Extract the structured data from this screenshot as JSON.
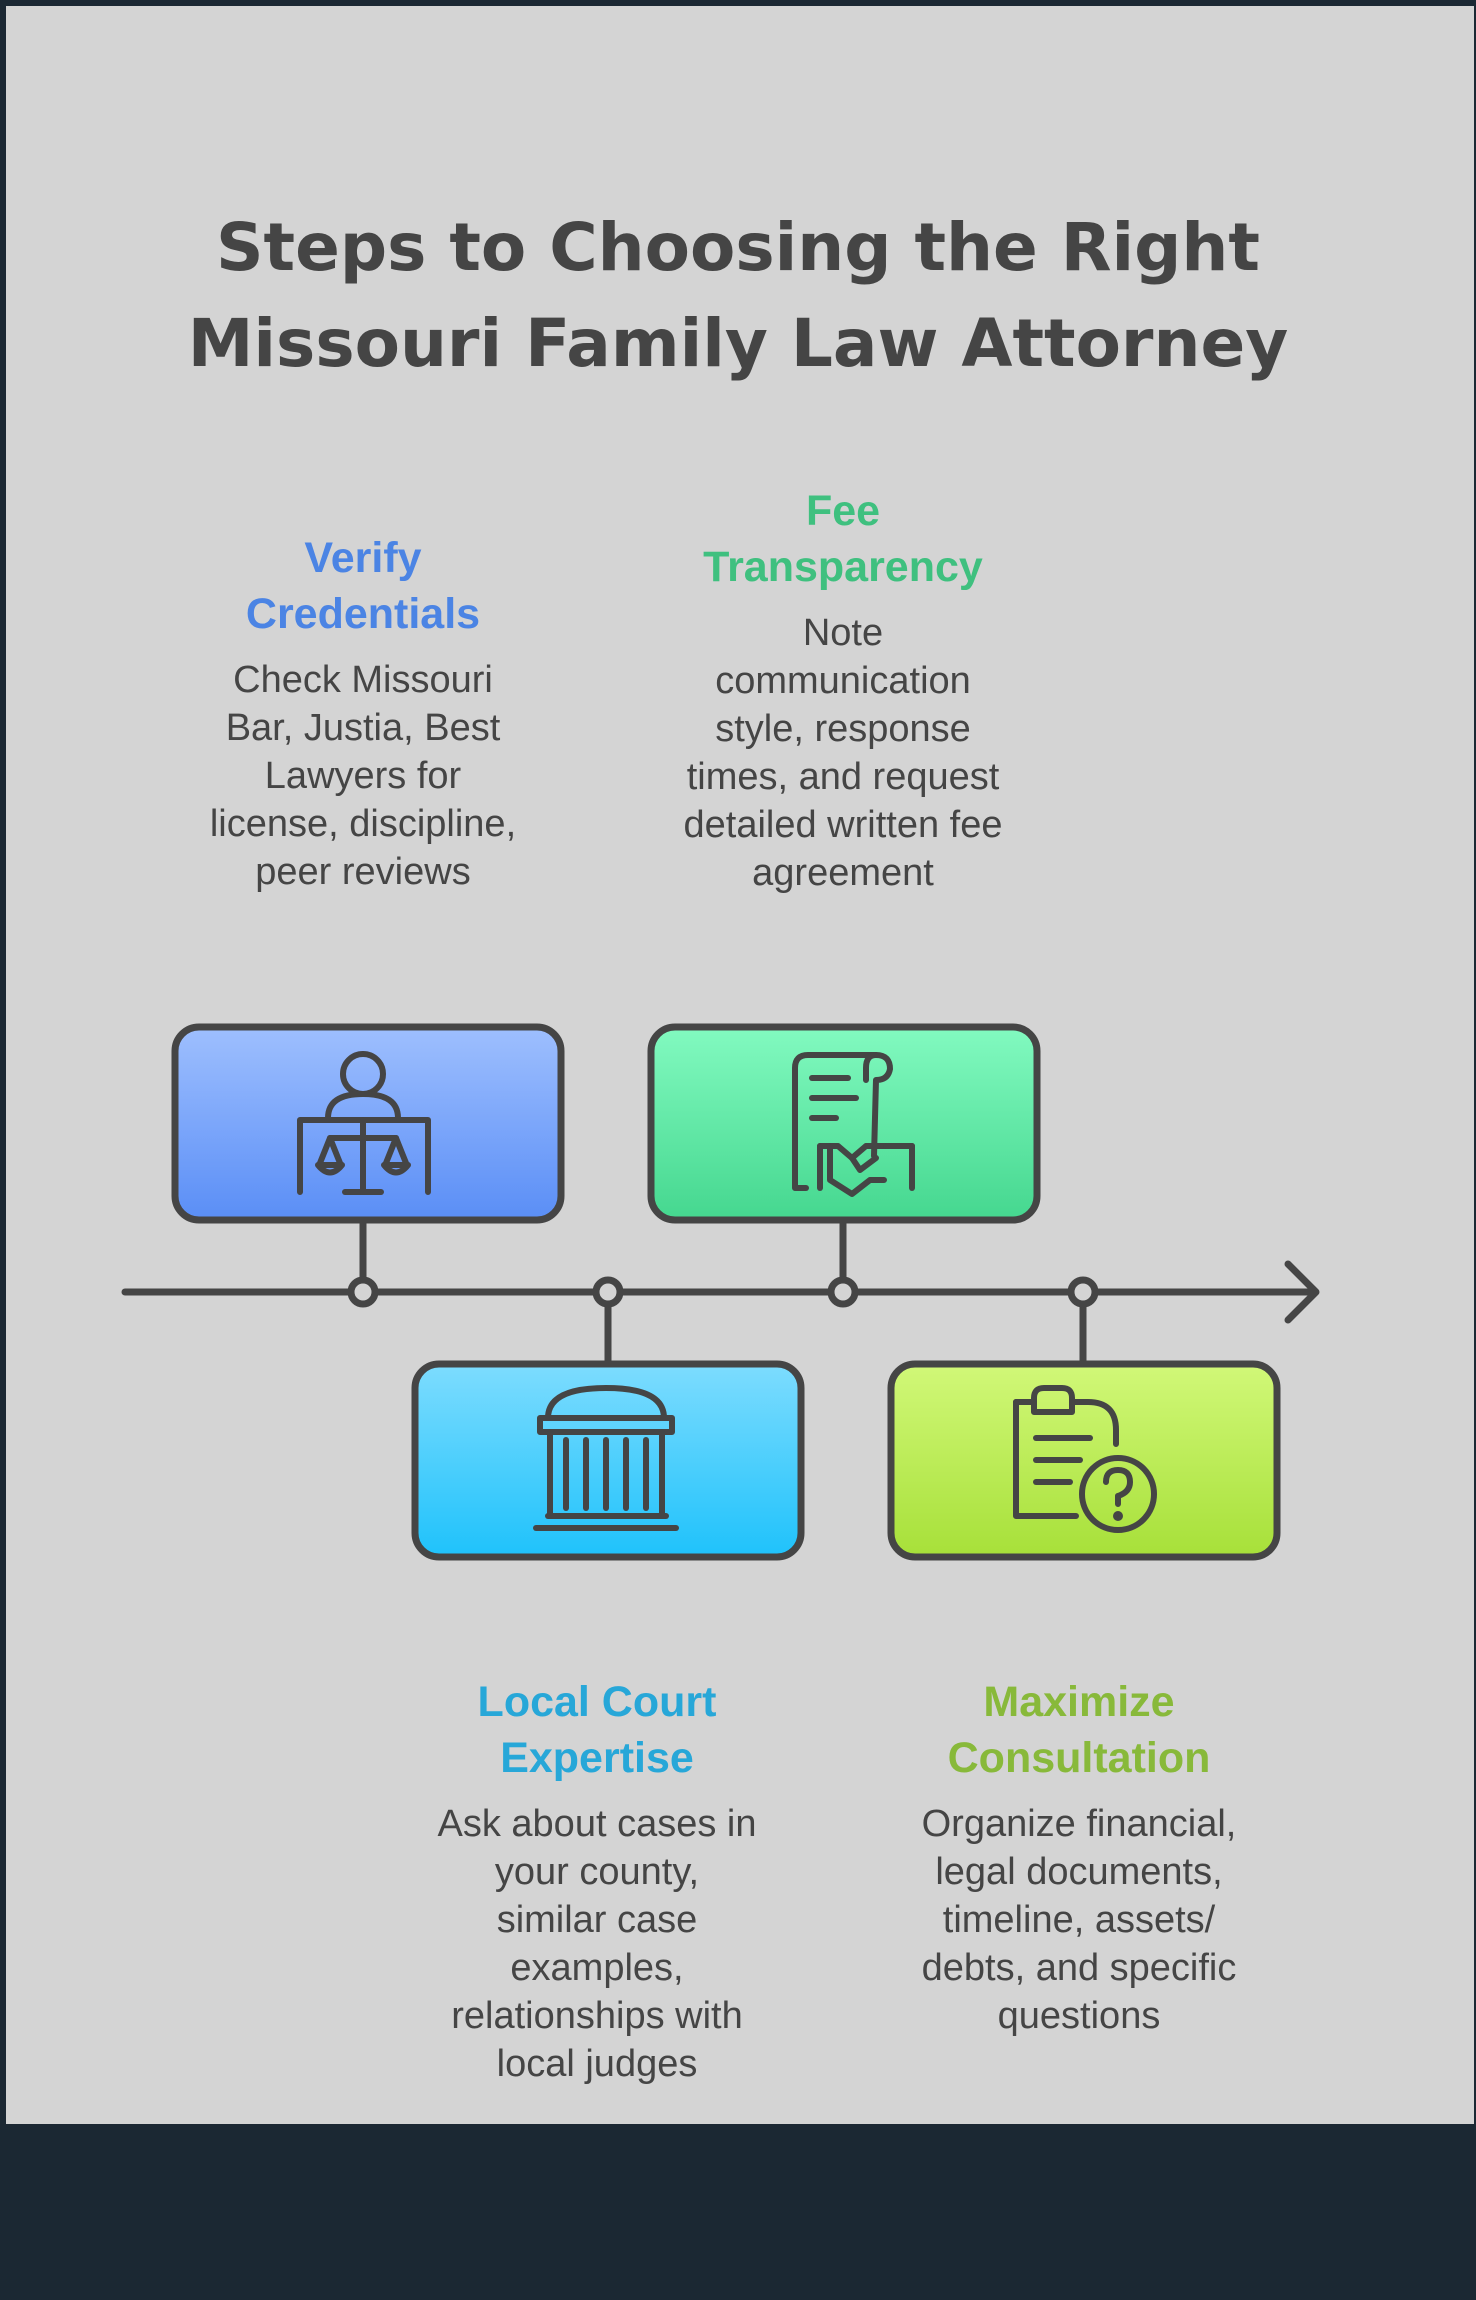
{
  "title": [
    "Steps to Choosing the Right",
    "Missouri Family Law Attorney"
  ],
  "steps": [
    {
      "heading": [
        "Verify",
        "Credentials"
      ],
      "description": [
        "Check Missouri",
        "Bar, Justia, Best",
        "Lawyers for",
        "license, discipline,",
        "peer reviews"
      ],
      "icon": "lawyer-scales-icon",
      "color": "#4b84e4"
    },
    {
      "heading": [
        "Fee",
        "Transparency"
      ],
      "description": [
        "Note",
        "communication",
        "style, response",
        "times, and request",
        "detailed written fee",
        "agreement"
      ],
      "icon": "contract-handshake-icon",
      "color": "#3fc07f"
    },
    {
      "heading": [
        "Local Court",
        "Expertise"
      ],
      "description": [
        "Ask about cases in",
        "your county,",
        "similar case",
        "examples,",
        "relationships with",
        "local judges"
      ],
      "icon": "courthouse-icon",
      "color": "#27a7d8"
    },
    {
      "heading": [
        "Maximize",
        "Consultation"
      ],
      "description": [
        "Organize financial,",
        "legal documents,",
        "timeline, assets/",
        "debts, and specific",
        "questions"
      ],
      "icon": "clipboard-question-icon",
      "color": "#88b93a"
    }
  ]
}
